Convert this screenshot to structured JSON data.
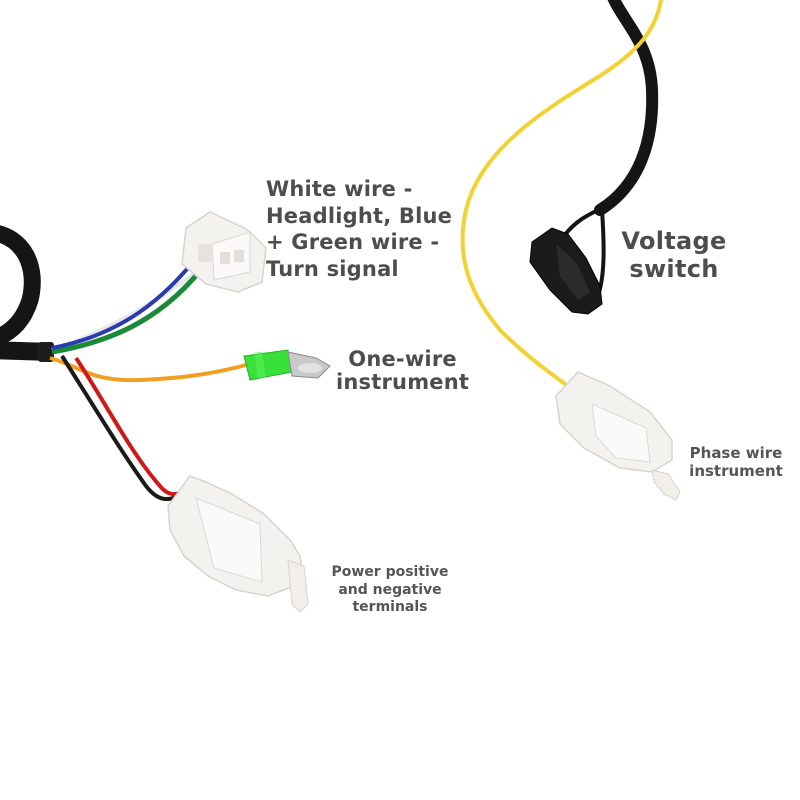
{
  "labels": {
    "white_wire": "White wire -\nHeadlight, Blue\n+ Green wire -\nTurn signal",
    "one_wire": "One-wire\ninstrument",
    "voltage_switch": "Voltage\nswitch",
    "phase_wire": "Phase wire\ninstrument",
    "power_terminals": "Power positive\nand negative\nterminals"
  },
  "colors": {
    "background": "#ffffff",
    "text": "#555555",
    "cable_black": "#151515",
    "wire_yellow": "#f2d233",
    "wire_orange": "#f0a020",
    "wire_green": "#1a8a3a",
    "wire_blue": "#2a3ab0",
    "wire_red": "#d01818",
    "connector_white": "#f4f2ee",
    "bullet_sleeve_green": "#39e03a",
    "bullet_silver": "#c9c9c9"
  }
}
